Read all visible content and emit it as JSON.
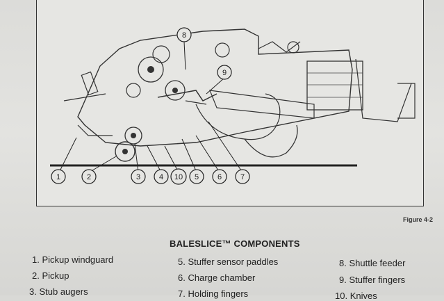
{
  "figure_caption": "Figure 4-2",
  "heading": "BALESLICE™ COMPONENTS",
  "callouts": [
    "1",
    "2",
    "3",
    "4",
    "10",
    "5",
    "6",
    "7",
    "8",
    "9"
  ],
  "components": [
    {
      "num": "1.",
      "label": "Pickup windguard"
    },
    {
      "num": "2.",
      "label": "Pickup"
    },
    {
      "num": "3.",
      "label": "Stub augers"
    },
    {
      "num": "5.",
      "label": "Stuffer sensor paddles"
    },
    {
      "num": "6.",
      "label": "Charge chamber"
    },
    {
      "num": "7.",
      "label": "Holding fingers"
    },
    {
      "num": "8.",
      "label": "Shuttle feeder"
    },
    {
      "num": "9.",
      "label": "Stuffer fingers"
    },
    {
      "num": "10.",
      "label": "Knives"
    }
  ]
}
